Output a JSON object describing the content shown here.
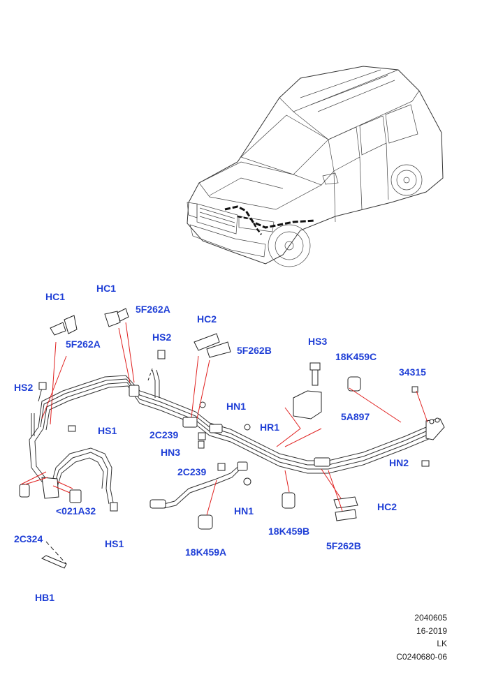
{
  "callouts": [
    {
      "id": "hc1a",
      "text": "HC1"
    },
    {
      "id": "hc1b",
      "text": "HC1"
    },
    {
      "id": "f262a1",
      "text": "5F262A"
    },
    {
      "id": "f262a2",
      "text": "5F262A"
    },
    {
      "id": "hs2a",
      "text": "HS2"
    },
    {
      "id": "hs2b",
      "text": "HS2"
    },
    {
      "id": "hc2a",
      "text": "HC2"
    },
    {
      "id": "f262b1",
      "text": "5F262B"
    },
    {
      "id": "hs3",
      "text": "HS3"
    },
    {
      "id": "k459c",
      "text": "18K459C"
    },
    {
      "id": "p34315",
      "text": "34315"
    },
    {
      "id": "hn1a",
      "text": "HN1"
    },
    {
      "id": "hs1a",
      "text": "HS1"
    },
    {
      "id": "c239a",
      "text": "2C239"
    },
    {
      "id": "hr1",
      "text": "HR1"
    },
    {
      "id": "a897",
      "text": "5A897"
    },
    {
      "id": "hn3",
      "text": "HN3"
    },
    {
      "id": "hn2",
      "text": "HN2"
    },
    {
      "id": "c239b",
      "text": "2C239"
    },
    {
      "id": "a32",
      "text": "<021A32"
    },
    {
      "id": "hn1b",
      "text": "HN1"
    },
    {
      "id": "k459b",
      "text": "18K459B"
    },
    {
      "id": "hc2b",
      "text": "HC2"
    },
    {
      "id": "c324",
      "text": "2C324"
    },
    {
      "id": "hs1b",
      "text": "HS1"
    },
    {
      "id": "k459a",
      "text": "18K459A"
    },
    {
      "id": "f262b2",
      "text": "5F262B"
    },
    {
      "id": "hb1",
      "text": "HB1"
    }
  ],
  "reference": {
    "line1": "2040605",
    "line2": "16-2019",
    "line3": "LK",
    "line4": "C0240680-06"
  },
  "colors": {
    "callout": "#1f3fd6",
    "leader": "#e0201f",
    "linework": "#333333"
  }
}
